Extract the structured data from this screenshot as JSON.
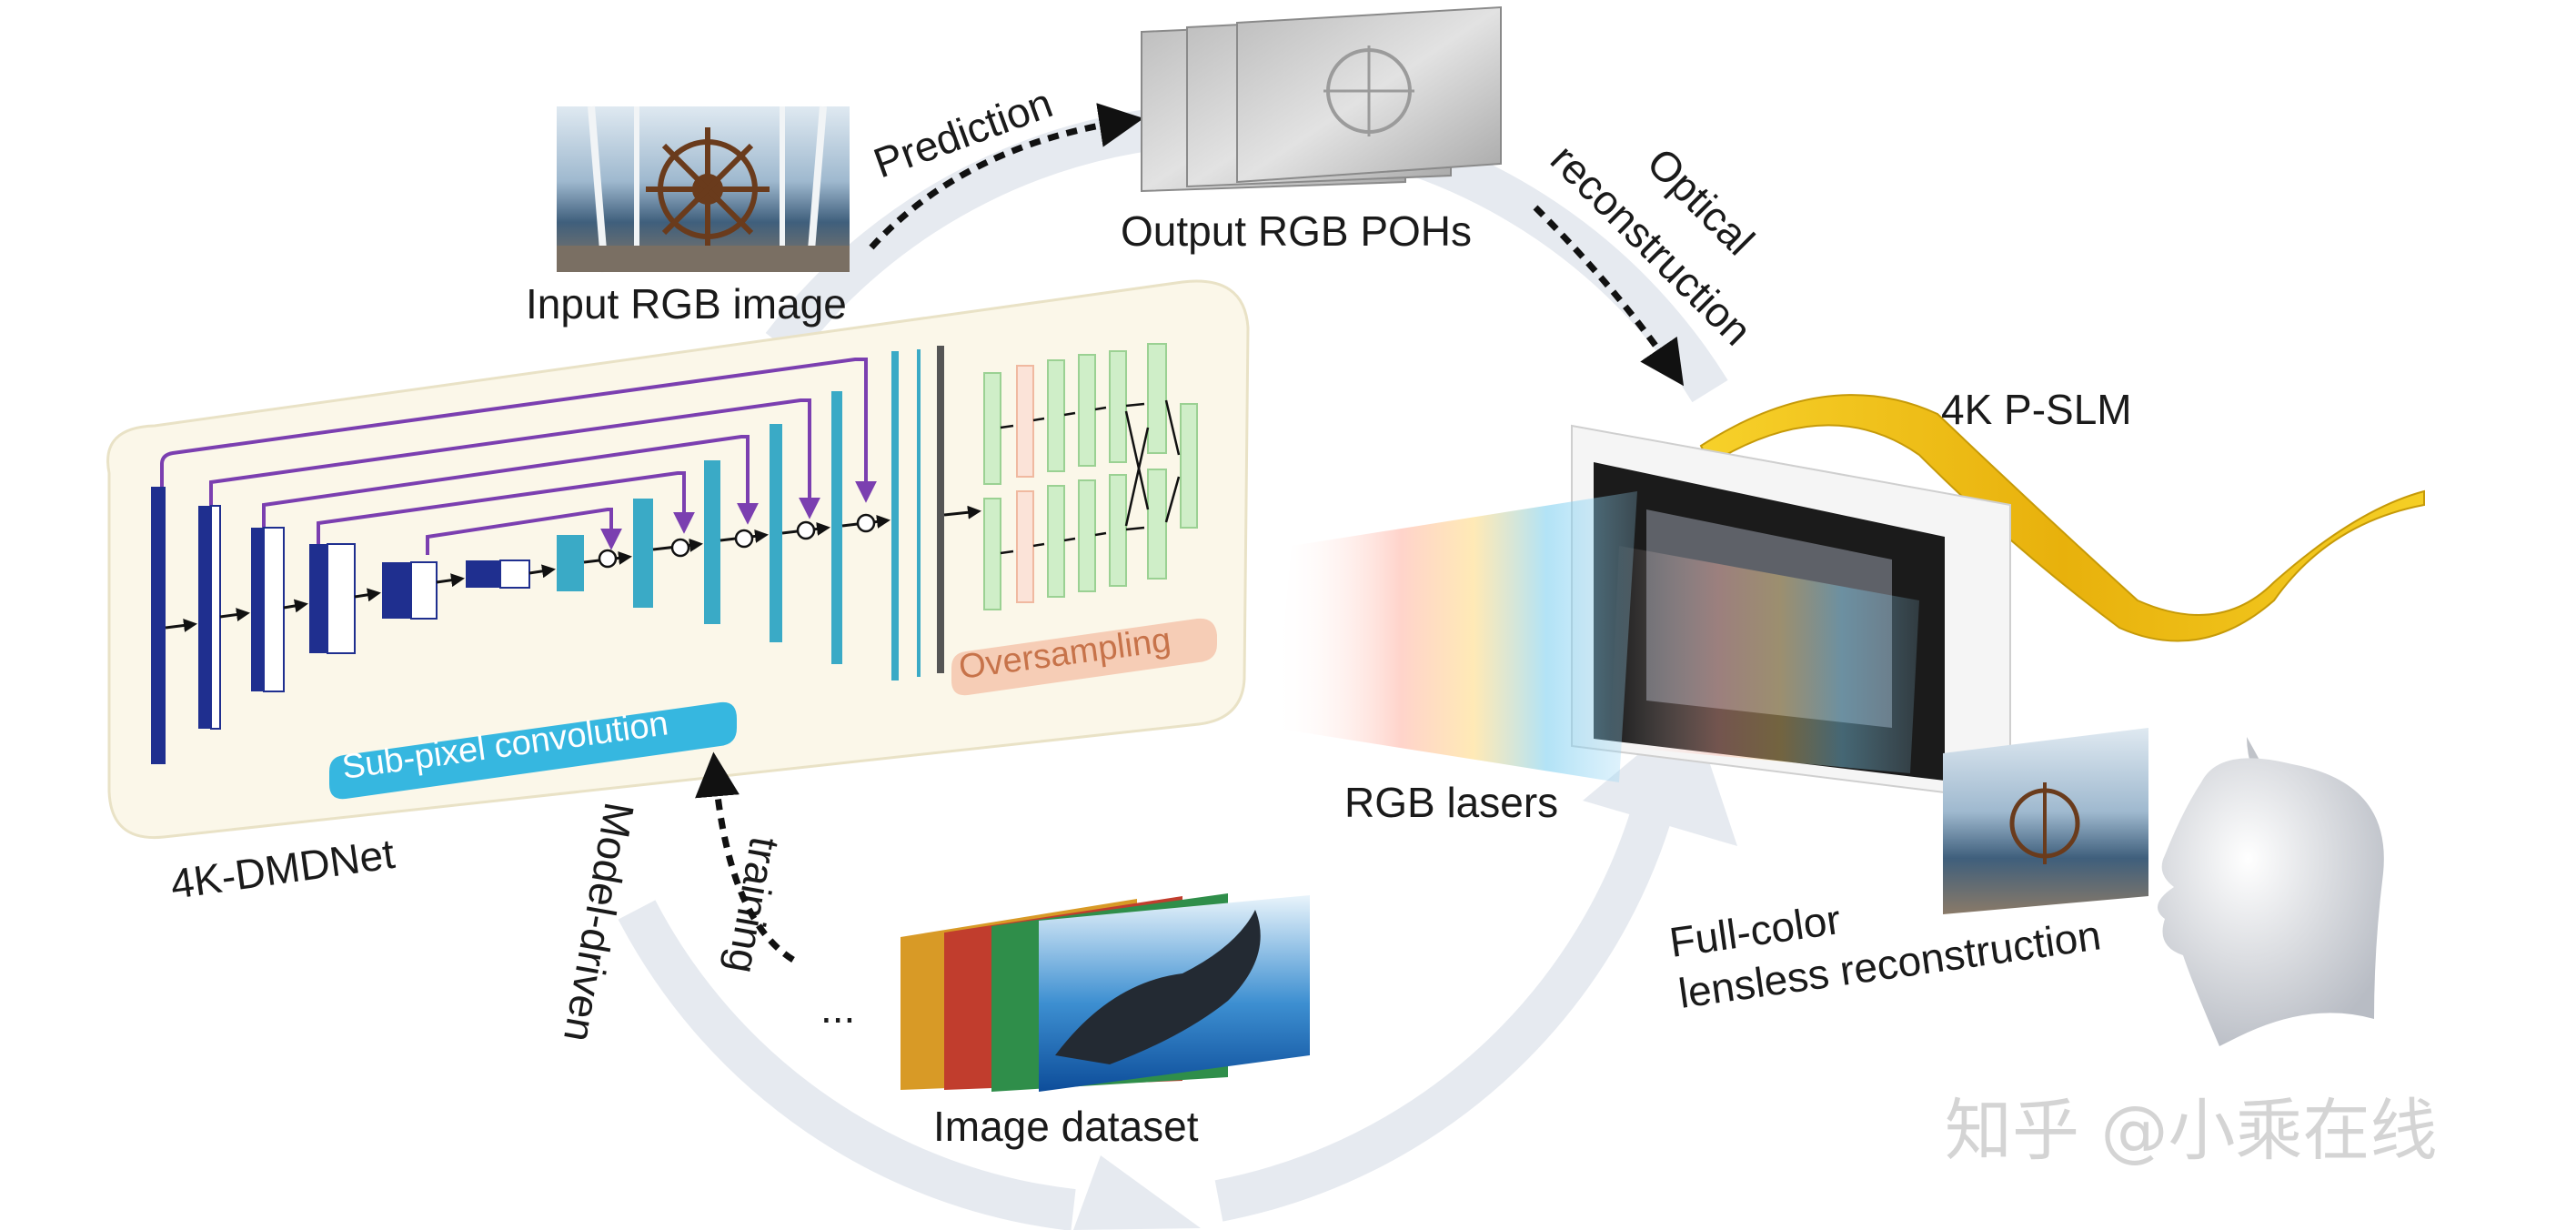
{
  "labels": {
    "input_image": "Input RGB image",
    "prediction": "Prediction",
    "output_pohs": "Output RGB POHs",
    "optical": "Optical",
    "reconstruction": "reconstruction",
    "pslm": "4K P-SLM",
    "rgb_lasers": "RGB lasers",
    "full_color": "Full-color",
    "lensless": "lensless reconstruction",
    "network": "4K-DMDNet",
    "subpixel": "Sub-pixel convolution",
    "oversampling": "Oversampling",
    "model_driven": "Model-driven",
    "training": "training",
    "ellipsis": "...",
    "image_dataset": "Image dataset",
    "watermark": "知乎 @小乘在线"
  },
  "colors": {
    "cycle_arrow": "#e6eaf0",
    "network_panel": "#fbf7e9",
    "encoder_dark": "#1f2f8f",
    "decoder_teal": "#3aaac6",
    "skip_purple": "#7b3fb0",
    "oversampling_green": "#cfeec8",
    "oversampling_pink": "#fbe3d8",
    "subpixel_badge": "#36b7e0",
    "oversampling_badge": "#f6cdb6",
    "slm_gold": "#f2c21a",
    "head_gray": "#d8dbe0"
  },
  "icons": [
    "steering-wheel-photo",
    "whale-photo",
    "hologram-stack",
    "slm-film",
    "human-head"
  ]
}
